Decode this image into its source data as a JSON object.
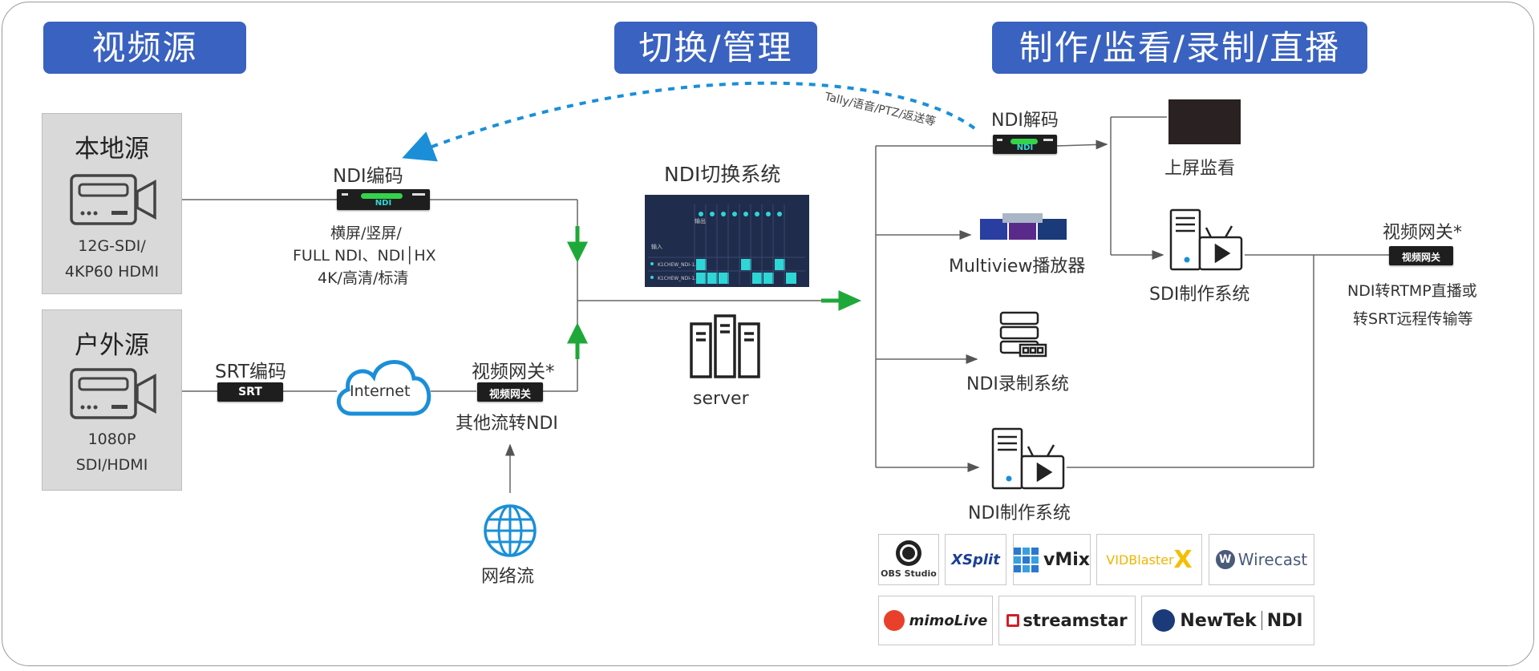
{
  "headers": {
    "source": "视频源",
    "switch": "切换/管理",
    "production": "制作/监看/录制/直播"
  },
  "sources": {
    "local": {
      "title": "本地源",
      "line1": "12G-SDI/",
      "line2": "4KP60 HDMI"
    },
    "outdoor": {
      "title": "户外源",
      "line1": "1080P",
      "line2": "SDI/HDMI"
    }
  },
  "encoders": {
    "ndi": {
      "title": "NDI编码",
      "device": "NDI",
      "desc1": "横屏/竖屏/",
      "desc2": "FULL NDI、NDI│HX",
      "desc3": "4K/高清/标清"
    },
    "srt": {
      "title": "SRT编码",
      "device": "SRT"
    }
  },
  "internet": "Internet",
  "gateway_in": {
    "title": "视频网关*",
    "device": "视频网关",
    "desc": "其他流转NDI"
  },
  "network_stream": "网络流",
  "switcher": {
    "title": "NDI切换系统",
    "panel_out": "输出",
    "panel_in": "输入",
    "row1": "K1CHEW_NDI-1...",
    "row2": "K1CHEW_NDI-1..."
  },
  "server": "server",
  "return_path": "Tally/语音/PTZ/返送等",
  "decoder": {
    "title": "NDI解码",
    "device": "NDI"
  },
  "outputs": {
    "monitor": "上屏监看",
    "multiview": "Multiview播放器",
    "sdi_production": "SDI制作系统",
    "recording": "NDI录制系统",
    "ndi_production": "NDI制作系统"
  },
  "gateway_out": {
    "title": "视频网关*",
    "device": "视频网关",
    "desc1": "NDI转RTMP直播或",
    "desc2": "转SRT远程传输等"
  },
  "software_logos": {
    "obs": "OBS Studio",
    "xsplit": "XSplit",
    "vmix": "vMix",
    "vidblaster": "VIDBlaster",
    "vidblaster_x": "X",
    "wirecast": "Wirecast",
    "mimolive": "mimoLive",
    "streamstar": "streamstar",
    "newtek": "NewTek",
    "newtek_ndi": "NDI"
  },
  "colors": {
    "header_bg": "#3a62c0",
    "arrow_green": "#1fa83a",
    "return_blue": "#1a8fd8",
    "ndi_led": "#34d34a",
    "tile_cyan": "#2fd6d6"
  }
}
